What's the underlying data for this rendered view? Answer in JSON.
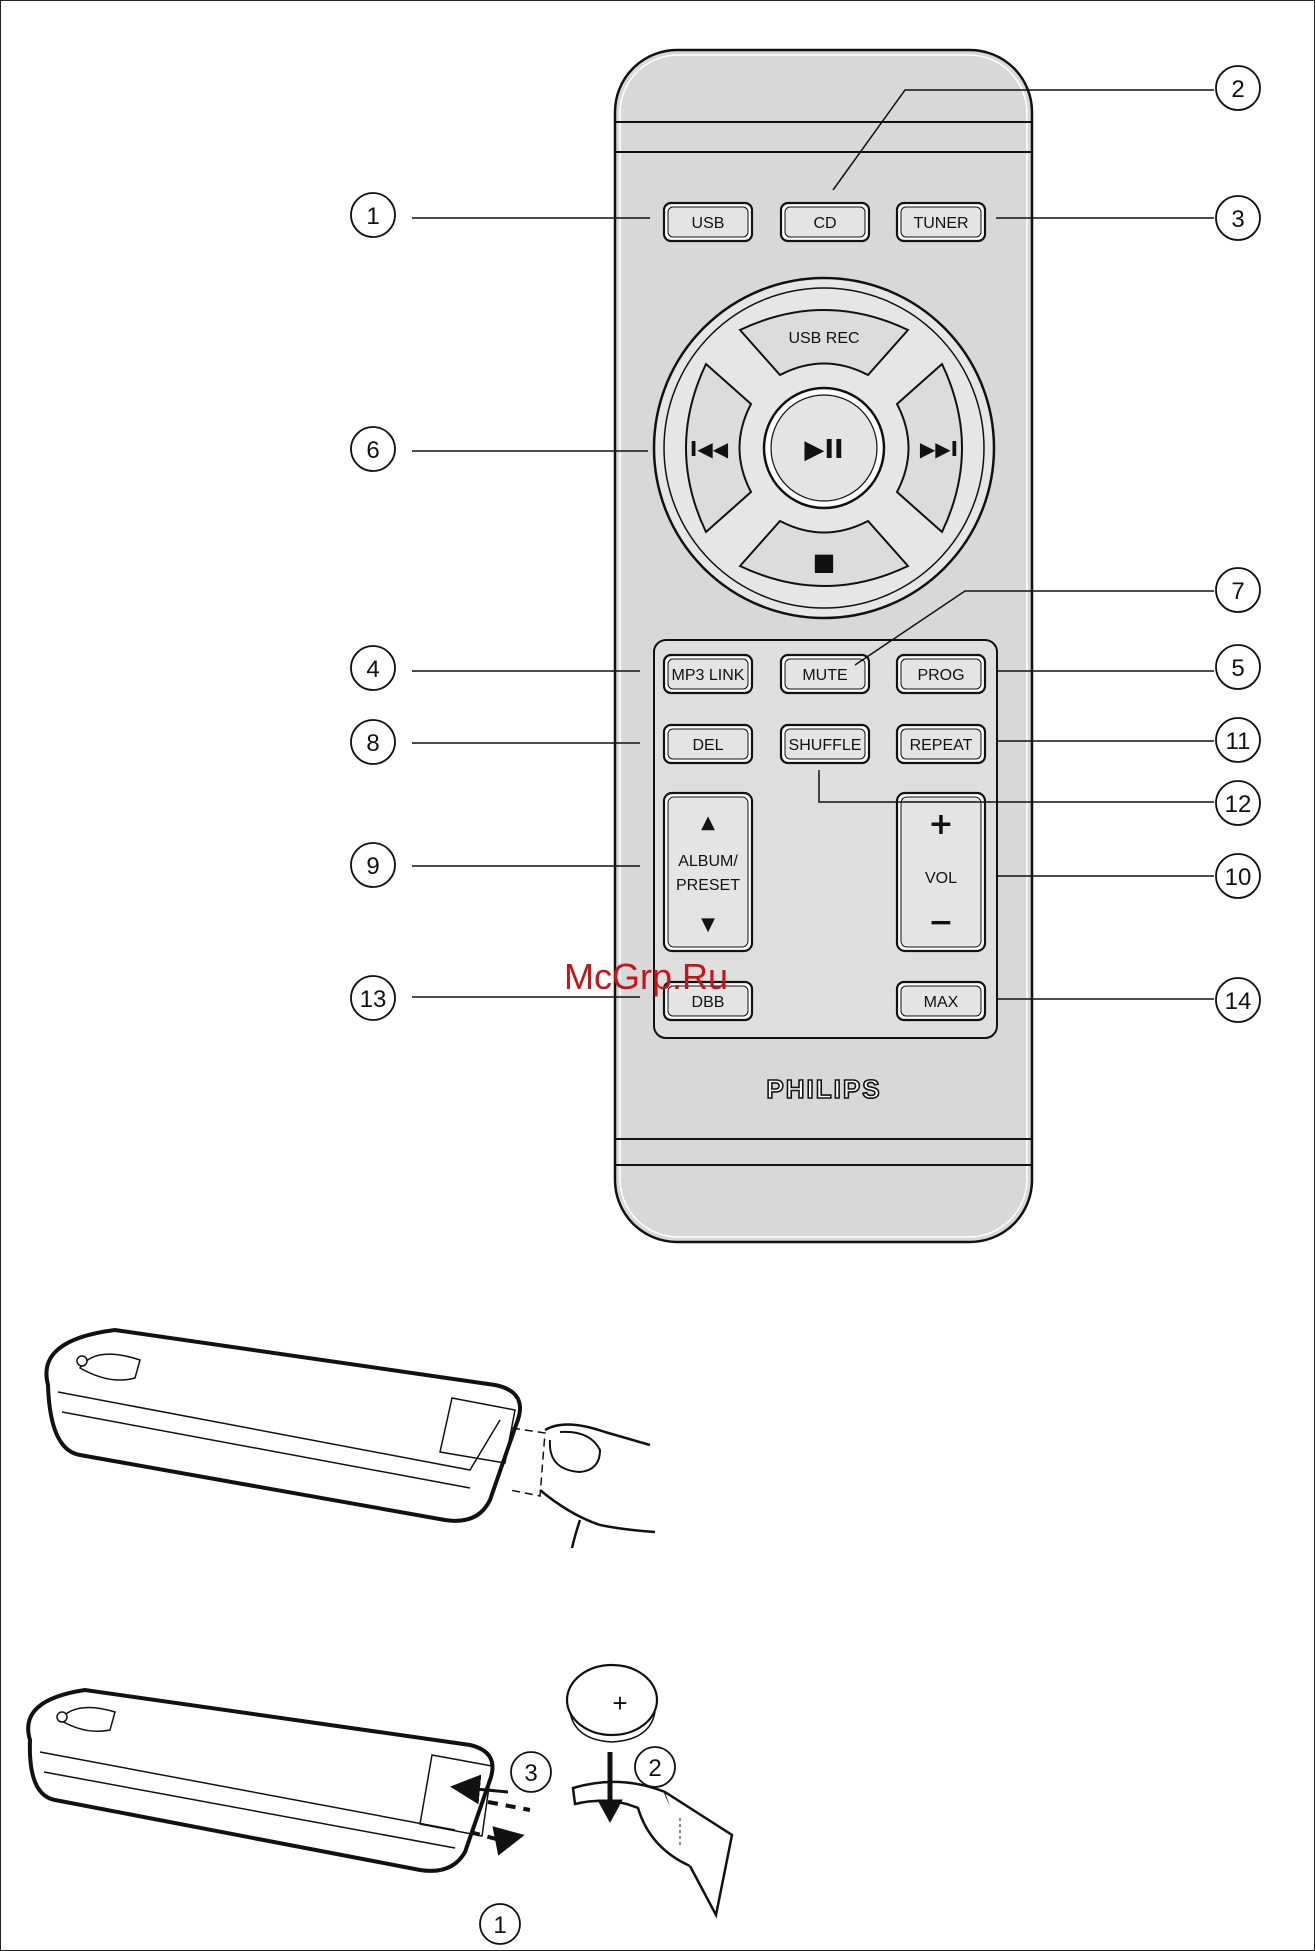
{
  "brand": "PHILIPS",
  "watermark": "McGrp.Ru",
  "buttons": {
    "usb": "USB",
    "cd": "CD",
    "tuner": "TUNER",
    "usb_rec": "USB REC",
    "mp3_link": "MP3 LINK",
    "mute": "MUTE",
    "prog": "PROG",
    "del": "DEL",
    "shuffle": "SHUFFLE",
    "repeat": "REPEAT",
    "album_line1": "ALBUM/",
    "album_line2": "PRESET",
    "vol": "VOL",
    "vol_plus": "+",
    "vol_minus": "−",
    "dbb": "DBB",
    "max": "MAX",
    "play_pause": "▶II",
    "prev": "I◀◀",
    "next": "▶▶I",
    "stop": "■",
    "up": "▲",
    "down": "▼"
  },
  "callouts": {
    "c1": "1",
    "c2": "2",
    "c3": "3",
    "c4": "4",
    "c5": "5",
    "c6": "6",
    "c7": "7",
    "c8": "8",
    "c9": "9",
    "c10": "10",
    "c11": "11",
    "c12": "12",
    "c13": "13",
    "c14": "14"
  },
  "battery": {
    "polarity": "+",
    "step1": "1",
    "step2": "2",
    "step3": "3"
  }
}
